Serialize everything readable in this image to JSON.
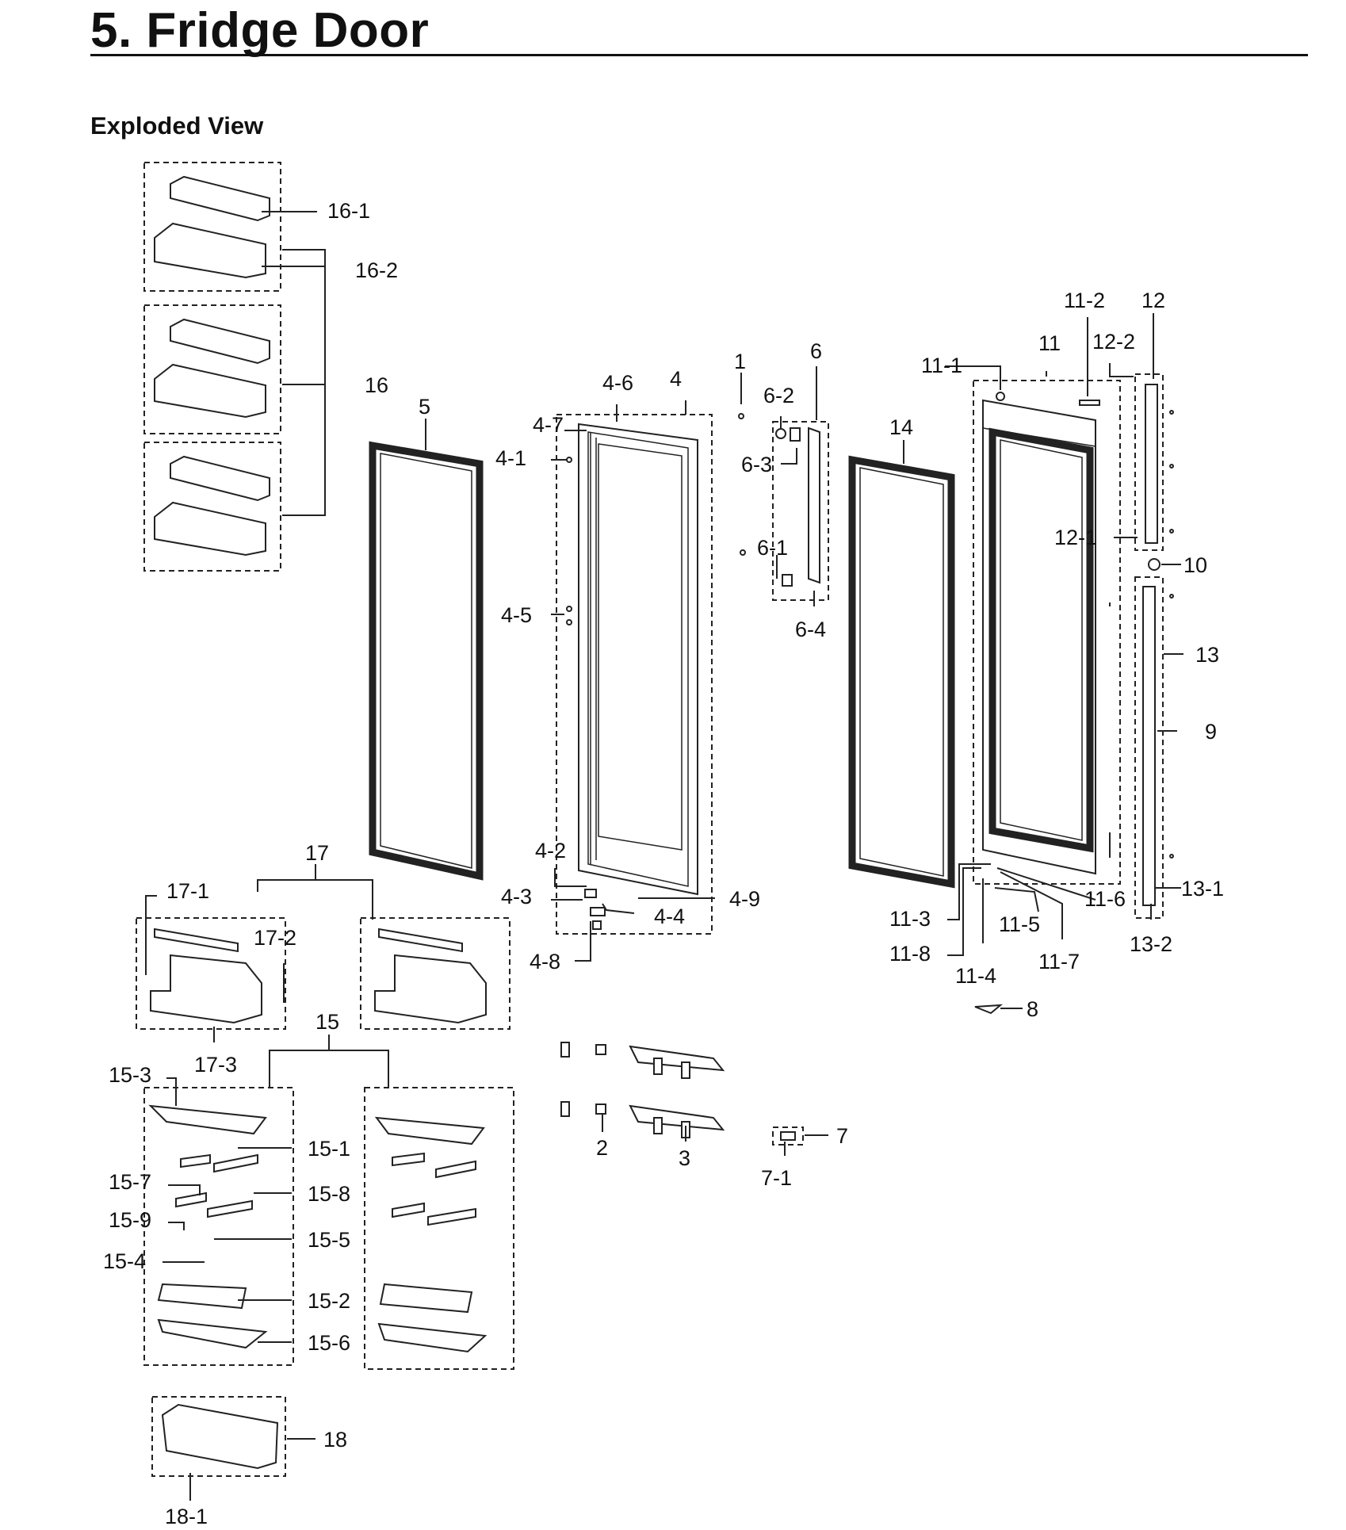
{
  "page": {
    "title": "5.  Fridge Door",
    "subtitle": "Exploded View"
  },
  "callouts": {
    "c1": "1",
    "c2": "2",
    "c3": "3",
    "c4": "4",
    "c4_1": "4-1",
    "c4_2": "4-2",
    "c4_3": "4-3",
    "c4_4": "4-4",
    "c4_5": "4-5",
    "c4_6": "4-6",
    "c4_7": "4-7",
    "c4_8": "4-8",
    "c4_9": "4-9",
    "c5": "5",
    "c6": "6",
    "c6_1": "6-1",
    "c6_2": "6-2",
    "c6_3": "6-3",
    "c6_4": "6-4",
    "c7": "7",
    "c7_1": "7-1",
    "c8": "8",
    "c9": "9",
    "c10": "10",
    "c11": "11",
    "c11_1": "11-1",
    "c11_2": "11-2",
    "c11_3": "11-3",
    "c11_4": "11-4",
    "c11_5": "11-5",
    "c11_6": "11-6",
    "c11_7": "11-7",
    "c11_8": "11-8",
    "c12": "12",
    "c12_1": "12-1",
    "c12_2": "12-2",
    "c13": "13",
    "c13_1": "13-1",
    "c13_2": "13-2",
    "c14": "14",
    "c15": "15",
    "c15_1": "15-1",
    "c15_2": "15-2",
    "c15_3": "15-3",
    "c15_4": "15-4",
    "c15_5": "15-5",
    "c15_6": "15-6",
    "c15_7": "15-7",
    "c15_8": "15-8",
    "c15_9": "15-9",
    "c16": "16",
    "c16_1": "16-1",
    "c16_2": "16-2",
    "c17": "17",
    "c17_1": "17-1",
    "c17_2": "17-2",
    "c17_3": "17-3",
    "c18": "18",
    "c18_1": "18-1"
  }
}
